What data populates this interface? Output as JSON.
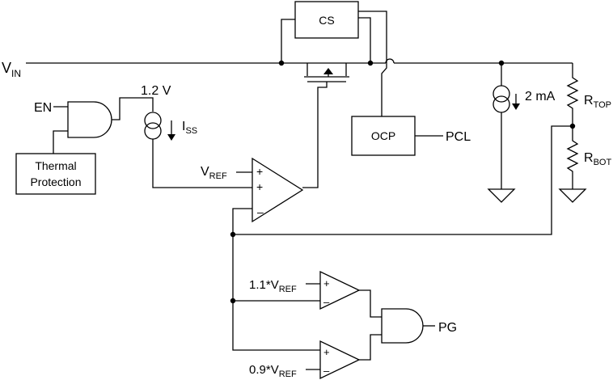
{
  "labels": {
    "vin": "V",
    "vin_sub": "IN",
    "cs": "CS",
    "ocp": "OCP",
    "pcl": "PCL",
    "en": "EN",
    "thermal_line1": "Thermal",
    "thermal_line2": "Protection",
    "v12": "1.2 V",
    "iss": "I",
    "iss_sub": "SS",
    "vref": "V",
    "vref_sub": "REF",
    "ma2": "2 mA",
    "rtop": "R",
    "rtop_sub": "TOP",
    "rbot": "R",
    "rbot_sub": "BOT",
    "ref_hi_prefix": "1.1*V",
    "ref_hi_sub": "REF",
    "ref_lo_prefix": "0.9*V",
    "ref_lo_sub": "REF",
    "pg": "PG",
    "plus": "+",
    "minus": "–"
  }
}
